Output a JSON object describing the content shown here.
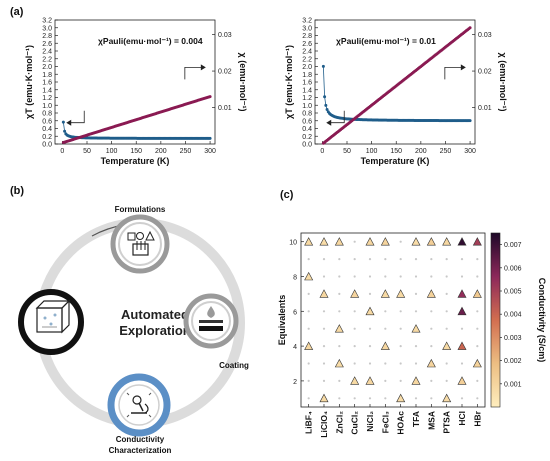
{
  "panels": {
    "a": "(a)",
    "b": "(b)",
    "c": "(c)"
  },
  "chart_data": [
    {
      "type": "scatter",
      "panel": "(a) left",
      "xlabel": "Temperature (K)",
      "ylabel": "χT (emu·K·mol⁻¹)",
      "y2label": "χ (emu·mol⁻¹)",
      "annotation": "χPauli(emu·mol⁻¹) = 0.004",
      "xlim": [
        -15,
        310
      ],
      "ylim": [
        0,
        3.2
      ],
      "y2lim": [
        0,
        0.034
      ],
      "xticks": [
        0,
        50,
        100,
        150,
        200,
        250,
        300
      ],
      "yticks": [
        0.0,
        0.2,
        0.4,
        0.6,
        0.8,
        1.0,
        1.2,
        1.4,
        1.6,
        1.8,
        2.0,
        2.2,
        2.4,
        2.6,
        2.8,
        3.0,
        3.2
      ],
      "y2ticks": [
        0.01,
        0.02,
        0.03
      ],
      "series": [
        {
          "axis": "right",
          "color": "#1f5d8a",
          "model": "curie_pauli",
          "C": 0.009,
          "chi0": 0.0015,
          "n": 120,
          "xmin": 2,
          "xmax": 300
        },
        {
          "axis": "left",
          "color": "#8a1a52",
          "model": "linear",
          "a": 0.03,
          "b": 0.00398,
          "n": 120,
          "xmin": 2,
          "xmax": 300
        }
      ]
    },
    {
      "type": "scatter",
      "panel": "(a) right",
      "xlabel": "Temperature (K)",
      "ylabel": "χT (emu·K·mol⁻¹)",
      "y2label": "χ (emu·mol⁻¹)",
      "annotation": "χPauli(emu·mol⁻¹) = 0.01",
      "xlim": [
        -15,
        310
      ],
      "ylim": [
        0,
        3.2
      ],
      "y2lim": [
        0,
        0.034
      ],
      "xticks": [
        0,
        50,
        100,
        150,
        200,
        250,
        300
      ],
      "yticks": [
        0.0,
        0.2,
        0.4,
        0.6,
        0.8,
        1.0,
        1.2,
        1.4,
        1.6,
        1.8,
        2.0,
        2.2,
        2.4,
        2.6,
        2.8,
        3.0,
        3.2
      ],
      "y2ticks": [
        0.01,
        0.02,
        0.03
      ],
      "series": [
        {
          "axis": "right",
          "color": "#1f5d8a",
          "model": "curie_pauli",
          "C": 0.03,
          "chi0": 0.0063,
          "n": 120,
          "xmin": 2,
          "xmax": 300
        },
        {
          "axis": "left",
          "color": "#8a1a52",
          "model": "linear",
          "a": 0.0,
          "b": 0.01,
          "n": 120,
          "xmin": 2,
          "xmax": 300
        }
      ]
    },
    {
      "type": "heatmap",
      "panel": "(c)",
      "ylabel": "Equivalents",
      "colorbar_label": "Conductivity (S/cm)",
      "categories": [
        "LiBF₄",
        "LiClO₄",
        "ZnCl₂",
        "CuCl₂",
        "NiCl₂",
        "FeCl₃",
        "HOAc",
        "TFA",
        "MSA",
        "PTSA",
        "HCl",
        "HBr"
      ],
      "yticks": [
        2,
        4,
        6,
        8,
        10
      ],
      "ylim": [
        0.5,
        10.5
      ],
      "colorbar_ticks": [
        0.001,
        0.002,
        0.003,
        0.004,
        0.005,
        0.006,
        0.007
      ],
      "clim": [
        0,
        0.0075
      ],
      "grid_rows": [
        1,
        2,
        3,
        4,
        5,
        6,
        7,
        8,
        9,
        10
      ],
      "points": [
        {
          "x": "LiBF₄",
          "y": 10,
          "value": 0.0008
        },
        {
          "x": "LiBF₄",
          "y": 8,
          "value": 0.0007
        },
        {
          "x": "LiBF₄",
          "y": 4,
          "value": 0.0009
        },
        {
          "x": "LiClO₄",
          "y": 10,
          "value": 0.0007
        },
        {
          "x": "LiClO₄",
          "y": 7,
          "value": 0.0009
        },
        {
          "x": "LiClO₄",
          "y": 1,
          "value": 0.0008
        },
        {
          "x": "ZnCl₂",
          "y": 10,
          "value": 0.0009
        },
        {
          "x": "ZnCl₂",
          "y": 5,
          "value": 0.0008
        },
        {
          "x": "ZnCl₂",
          "y": 3,
          "value": 0.0007
        },
        {
          "x": "CuCl₂",
          "y": 7,
          "value": 0.001
        },
        {
          "x": "CuCl₂",
          "y": 2,
          "value": 0.0008
        },
        {
          "x": "NiCl₂",
          "y": 10,
          "value": 0.0009
        },
        {
          "x": "NiCl₂",
          "y": 6,
          "value": 0.0008
        },
        {
          "x": "NiCl₂",
          "y": 2,
          "value": 0.0009
        },
        {
          "x": "FeCl₃",
          "y": 10,
          "value": 0.001
        },
        {
          "x": "FeCl₃",
          "y": 7,
          "value": 0.0008
        },
        {
          "x": "FeCl₃",
          "y": 4,
          "value": 0.0009
        },
        {
          "x": "HOAc",
          "y": 7,
          "value": 0.0008
        },
        {
          "x": "HOAc",
          "y": 1,
          "value": 0.0007
        },
        {
          "x": "TFA",
          "y": 10,
          "value": 0.0007
        },
        {
          "x": "TFA",
          "y": 5,
          "value": 0.0008
        },
        {
          "x": "TFA",
          "y": 2,
          "value": 0.0009
        },
        {
          "x": "MSA",
          "y": 10,
          "value": 0.0012
        },
        {
          "x": "MSA",
          "y": 7,
          "value": 0.0011
        },
        {
          "x": "MSA",
          "y": 3,
          "value": 0.001
        },
        {
          "x": "PTSA",
          "y": 10,
          "value": 0.0009
        },
        {
          "x": "PTSA",
          "y": 4,
          "value": 0.0008
        },
        {
          "x": "PTSA",
          "y": 1,
          "value": 0.0007
        },
        {
          "x": "HCl",
          "y": 10,
          "value": 0.0072
        },
        {
          "x": "HCl",
          "y": 7,
          "value": 0.0055
        },
        {
          "x": "HCl",
          "y": 6,
          "value": 0.0062
        },
        {
          "x": "HCl",
          "y": 4,
          "value": 0.004
        },
        {
          "x": "HCl",
          "y": 2,
          "value": 0.0012
        },
        {
          "x": "HBr",
          "y": 10,
          "value": 0.005
        },
        {
          "x": "HBr",
          "y": 7,
          "value": 0.0014
        },
        {
          "x": "HBr",
          "y": 3,
          "value": 0.0011
        }
      ]
    }
  ],
  "diagram": {
    "center_line1": "Automated",
    "center_line2": "Exploration",
    "nodes": {
      "formulations": "Formulations",
      "coating": "Coating",
      "conductivity_line1": "Conductivity",
      "conductivity_line2": "Characterization"
    },
    "colors": {
      "ring": "#d9d9d9",
      "highlight": "#5b8fc6",
      "node_border": "#999999"
    }
  }
}
